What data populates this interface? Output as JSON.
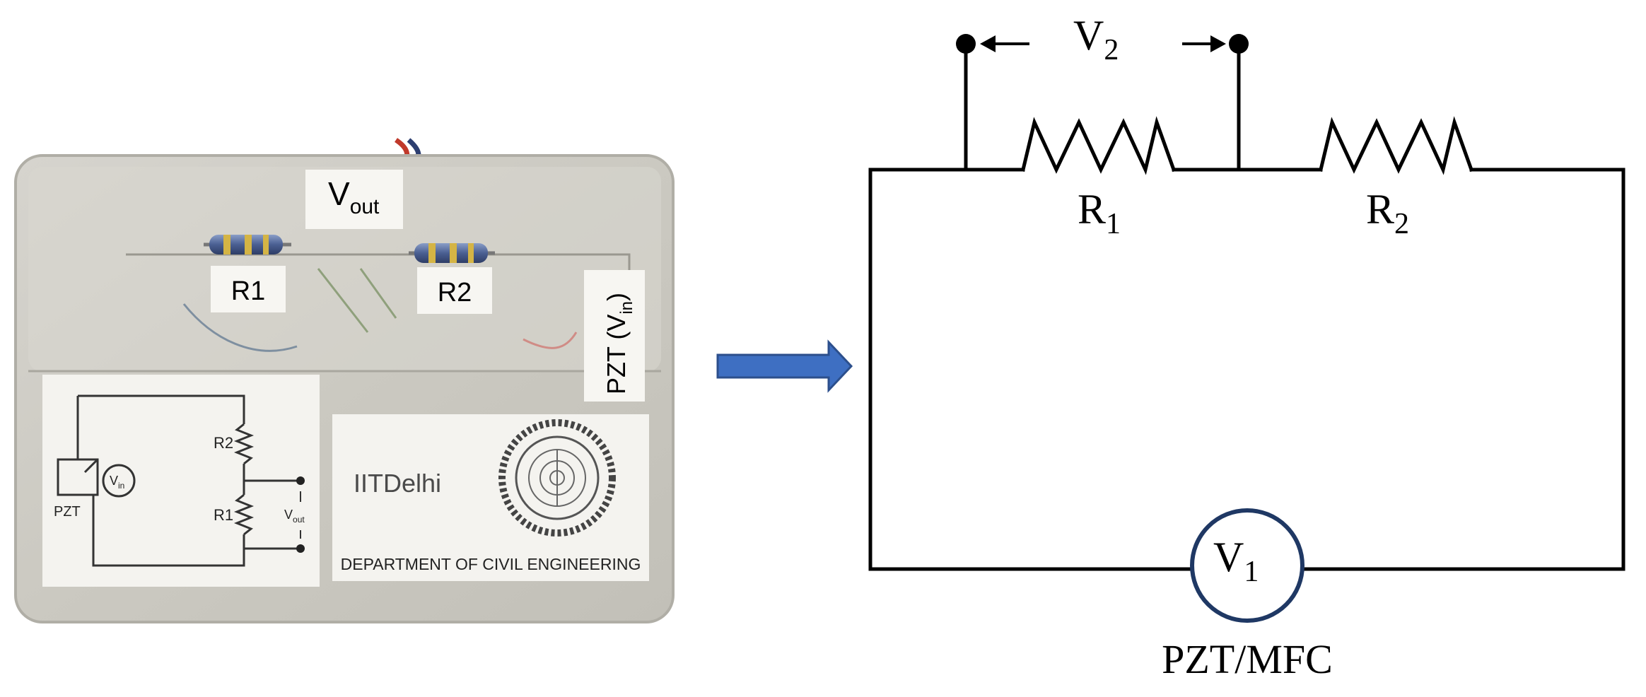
{
  "photo": {
    "vout_label": "V",
    "vout_sub": "out",
    "r1_label": "R1",
    "r2_label": "R2",
    "pzt_vin_label": "PZT (V",
    "pzt_vin_sub": "in",
    "pzt_vin_close": ")",
    "inset": {
      "r2": "R2",
      "r1": "R1",
      "pzt": "PZT",
      "vin": "V",
      "vin_sub": "in",
      "vout": "V",
      "vout_sub": "out"
    },
    "iitd_text": "IITDelhi",
    "dept_text": "DEPARTMENT OF CIVIL ENGINEERING"
  },
  "schematic": {
    "v2": "V",
    "v2_sub": "2",
    "r1": "R",
    "r1_sub": "1",
    "r2": "R",
    "r2_sub": "2",
    "v1": "V",
    "v1_sub": "1",
    "source_caption": "PZT/MFC"
  },
  "colors": {
    "arrow_fill": "#3e6fc2",
    "arrow_stroke": "#2c4f8c",
    "source_circle": "#1f3864",
    "wire": "#000000",
    "box": "#cfcdc6"
  }
}
